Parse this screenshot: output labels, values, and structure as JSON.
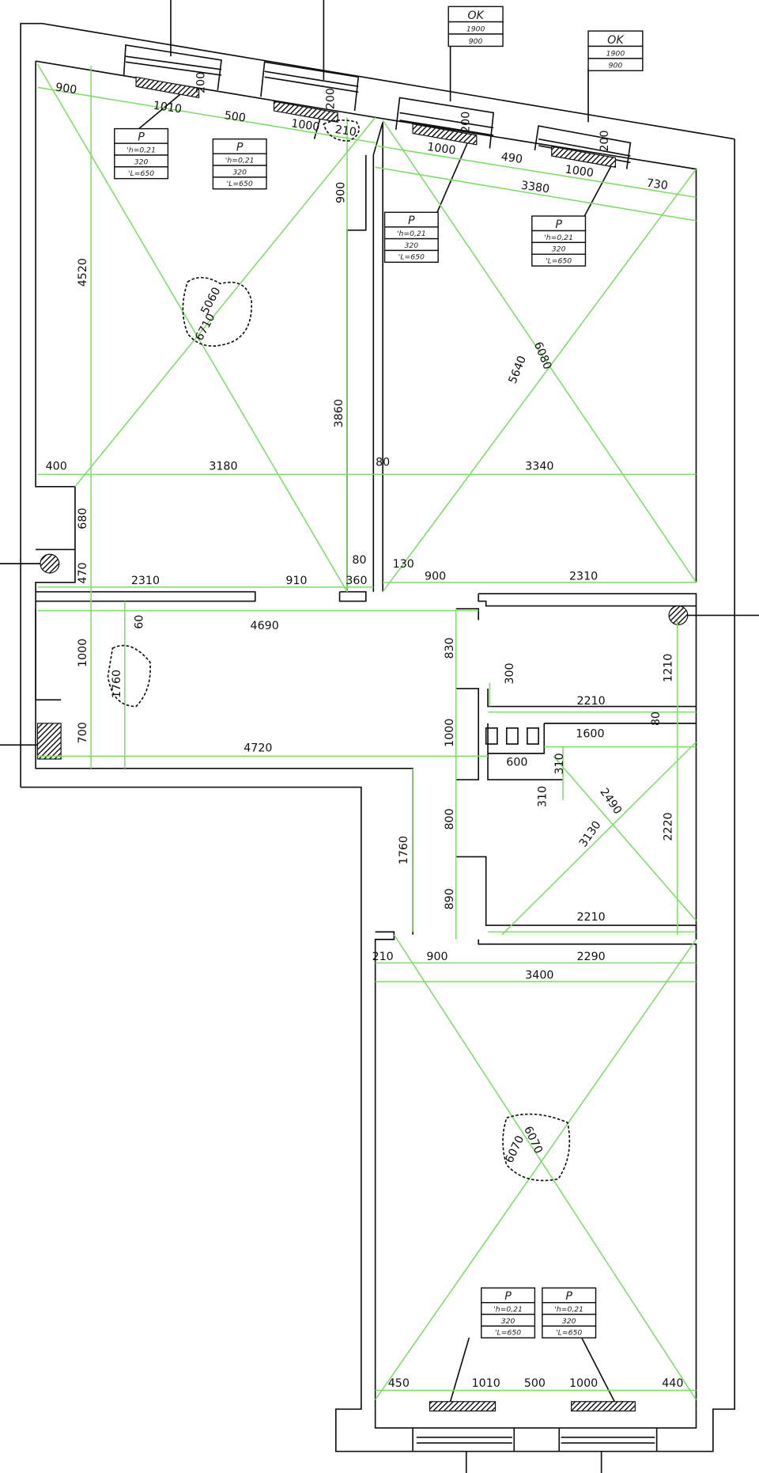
{
  "drawing": {
    "dimensions": [
      "900",
      "1010",
      "500",
      "1000",
      "210",
      "200",
      "200",
      "200",
      "200",
      "900",
      "1000",
      "490",
      "1000",
      "730",
      "3380",
      "4520",
      "5060",
      "6710",
      "3860",
      "6080",
      "5640",
      "400",
      "3180",
      "80",
      "3340",
      "680",
      "80",
      "130",
      "470",
      "2310",
      "910",
      "360",
      "900",
      "2310",
      "60",
      "4690",
      "830",
      "1000",
      "1760",
      "300",
      "1210",
      "2210",
      "80",
      "1600",
      "700",
      "4720",
      "1000",
      "600",
      "310",
      "310",
      "2490",
      "3130",
      "2220",
      "800",
      "1760",
      "890",
      "2210",
      "210",
      "900",
      "2290",
      "3400",
      "6070",
      "6070",
      "450",
      "1010",
      "500",
      "1000",
      "440"
    ],
    "radiator_tags": [
      {
        "type": "P",
        "h": "'h=0,21",
        "power": "320",
        "length": "'L=650"
      },
      {
        "type": "P",
        "h": "'h=0,21",
        "power": "320",
        "length": "'L=650"
      },
      {
        "type": "P",
        "h": "'h=0,21",
        "power": "320",
        "length": "'L=650"
      },
      {
        "type": "P",
        "h": "'h=0,21",
        "power": "320",
        "length": "'L=650"
      },
      {
        "type": "P",
        "h": "'h=0,21",
        "power": "320",
        "length": "'L=650"
      },
      {
        "type": "P",
        "h": "'h=0,21",
        "power": "320",
        "length": "'L=650"
      }
    ],
    "window_tags": [
      {
        "type": "OK",
        "height": "1900",
        "width": "900"
      },
      {
        "type": "OK",
        "height": "1900",
        "width": "900"
      }
    ],
    "colors": {
      "dimension_lines": "#7ddc68",
      "walls": "#111111"
    }
  }
}
